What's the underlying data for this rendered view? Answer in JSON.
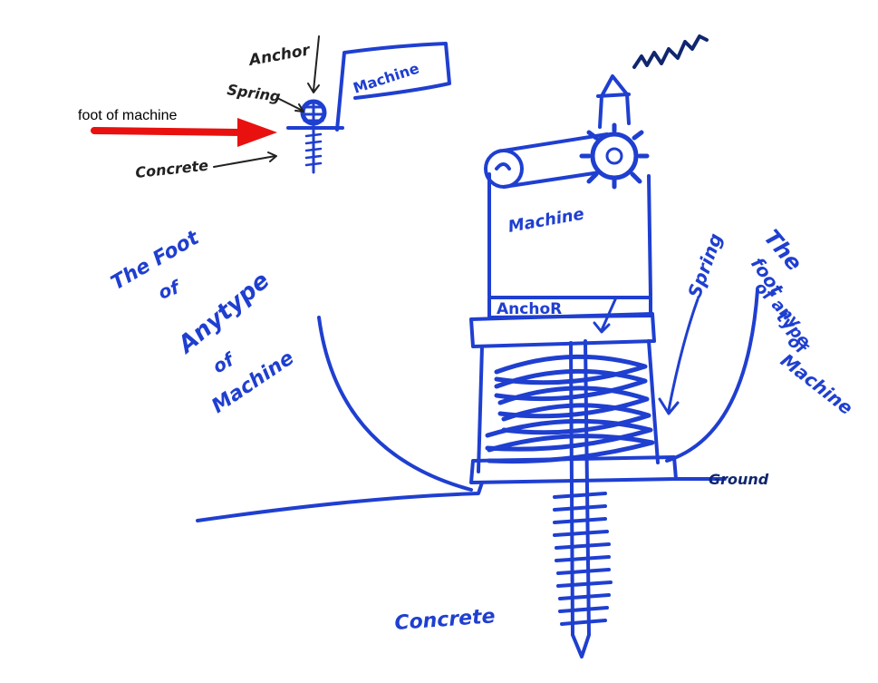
{
  "colors": {
    "ink_blue": "#1f3fd0",
    "ink_dark": "#10266f",
    "ink_black": "#222222",
    "arrow_red": "#e8110f",
    "paper": "#ffffff"
  },
  "callout": {
    "text": "foot of machine"
  },
  "inset": {
    "anchor": "Anchor",
    "spring": "Spring",
    "machine": "Machine",
    "concrete": "Concrete"
  },
  "main": {
    "machine": "Machine",
    "anchor": "AnchoR",
    "spring": "Spring",
    "ground": "Ground",
    "concrete": "Concrete",
    "left_note": [
      "The Foot",
      "of",
      "Anytype",
      "of",
      "Machine"
    ],
    "right_note": [
      "The",
      "foot",
      "of any",
      "type",
      "of",
      "Machine"
    ]
  }
}
